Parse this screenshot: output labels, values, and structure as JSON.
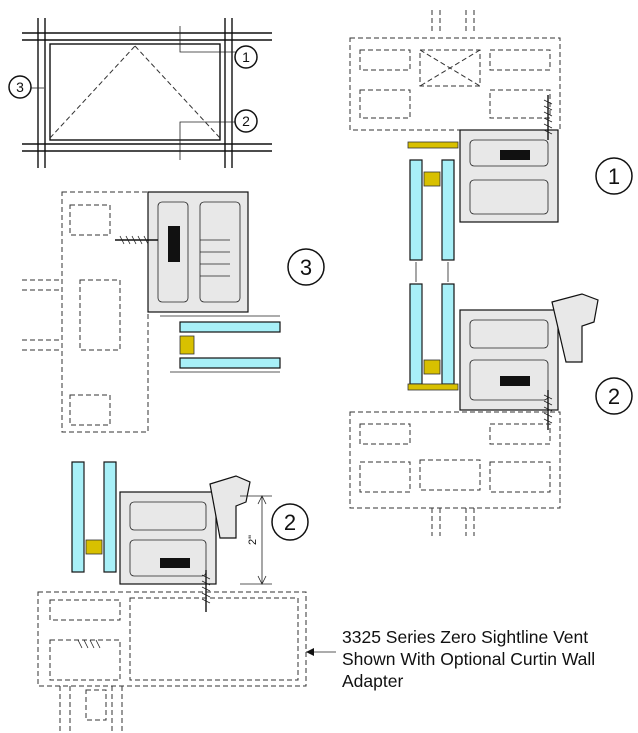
{
  "callouts": {
    "elevation_1": "1",
    "elevation_2": "2",
    "elevation_3": "3",
    "section_jamb": "3",
    "section_head": "1",
    "section_sill": "2",
    "section_sill_adapter": "2"
  },
  "dimension_label": "2\"",
  "caption": {
    "line1": "3325 Series Zero Sightline Vent",
    "line2": "Shown With Optional Curtin Wall",
    "line3": "Adapter"
  },
  "colors": {
    "glass": "#a8f0f8",
    "spacer": "#d8c000",
    "line": "#111111"
  }
}
